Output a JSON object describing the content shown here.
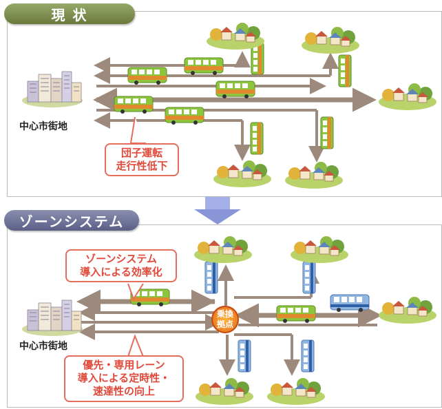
{
  "sections": {
    "current": {
      "title": "現 状",
      "city_label": "中心市街地",
      "callout": "団子運転\n走行性低下"
    },
    "zone": {
      "title": "ゾーンシステム",
      "city_label": "中心市街地",
      "callout_top": "ゾーンシステム\n導入による効率化",
      "callout_bottom": "優先・専用レーン\n導入による定時性・\n速達性の向上",
      "transfer_label": "乗換\n拠点"
    }
  },
  "colors": {
    "road": "#9e8a7c",
    "green_bus": "#8cc63f",
    "blue_bus": "#8fb5e0",
    "tab_green": "#7d8f4a",
    "tab_purple": "#6b6f96",
    "callout_red": "#e56b5a",
    "transfer_orange": "#f08a24",
    "down_arrow": "#9aa6e0"
  },
  "icons": [
    "city-buildings-icon",
    "village-icon",
    "bus-icon",
    "down-arrow-icon"
  ]
}
